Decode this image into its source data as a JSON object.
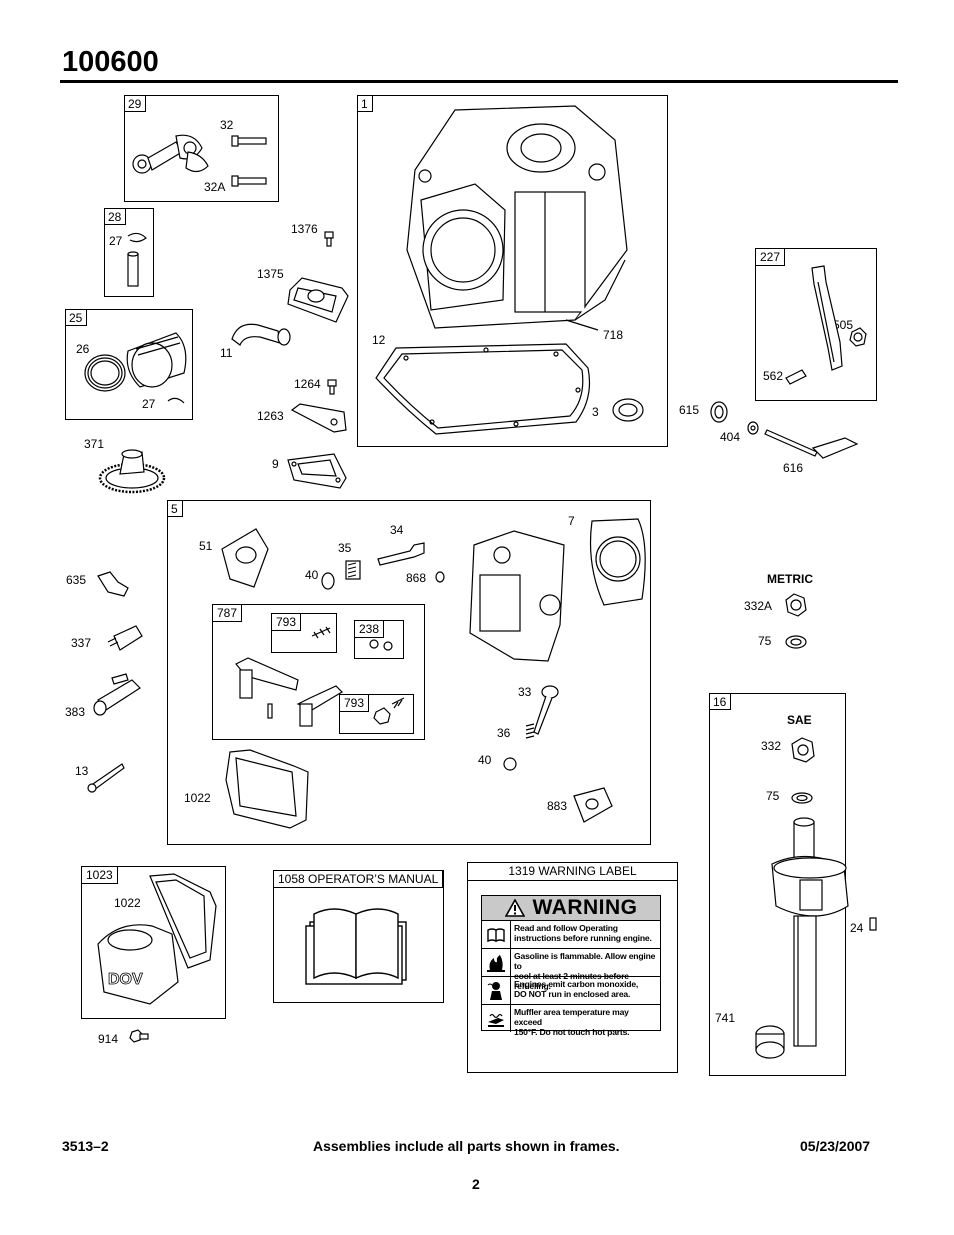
{
  "page": {
    "title": "100600",
    "footer_left": "3513–2",
    "footer_center": "Assemblies include all parts shown in frames.",
    "footer_right": "05/23/2007",
    "page_number": "2"
  },
  "frames": {
    "f29": "29",
    "f28": "28",
    "f25": "25",
    "f1": "1",
    "f227": "227",
    "f5": "5",
    "f787": "787",
    "f793a": "793",
    "f238": "238",
    "f793b": "793",
    "f16": "16",
    "f1023": "1023",
    "f1058": "1058 OPERATOR’S MANUAL",
    "f1319": "1319 WARNING LABEL"
  },
  "labels": {
    "p32": "32",
    "p32a": "32A",
    "p27a": "27",
    "p1376": "1376",
    "p1375": "1375",
    "p26": "26",
    "p27b": "27",
    "p11": "11",
    "p1264": "1264",
    "p1263": "1263",
    "p371": "371",
    "p9": "9",
    "p12": "12",
    "p718": "718",
    "p3": "3",
    "p505": "505",
    "p562": "562",
    "p615": "615",
    "p404": "404",
    "p616": "616",
    "p7": "7",
    "p34": "34",
    "p51": "51",
    "p35": "35",
    "p40a": "40",
    "p868": "868",
    "p635": "635",
    "p337": "337",
    "p383": "383",
    "p13": "13",
    "p33": "33",
    "p36": "36",
    "p40b": "40",
    "p883": "883",
    "p1022a": "1022",
    "metric": "METRIC",
    "p332a": "332A",
    "p75a": "75",
    "sae": "SAE",
    "p332": "332",
    "p75b": "75",
    "p24": "24",
    "p741": "741",
    "p1022b": "1022",
    "p914": "914"
  },
  "warning": {
    "heading": "WARNING",
    "lines": [
      {
        "l1": "Read and follow Operating",
        "l2": "instructions before running engine."
      },
      {
        "l1": "Gasoline is flammable. Allow engine to",
        "l2": "cool at least 2 minutes before refueling."
      },
      {
        "l1": "Engines emit carbon monoxide,",
        "l2": "DO NOT run in enclosed area."
      },
      {
        "l1": "Muffler area temperature may exceed",
        "l2": "150°F.  Do not touch hot parts."
      }
    ]
  },
  "logo": {
    "text": "DOV"
  }
}
